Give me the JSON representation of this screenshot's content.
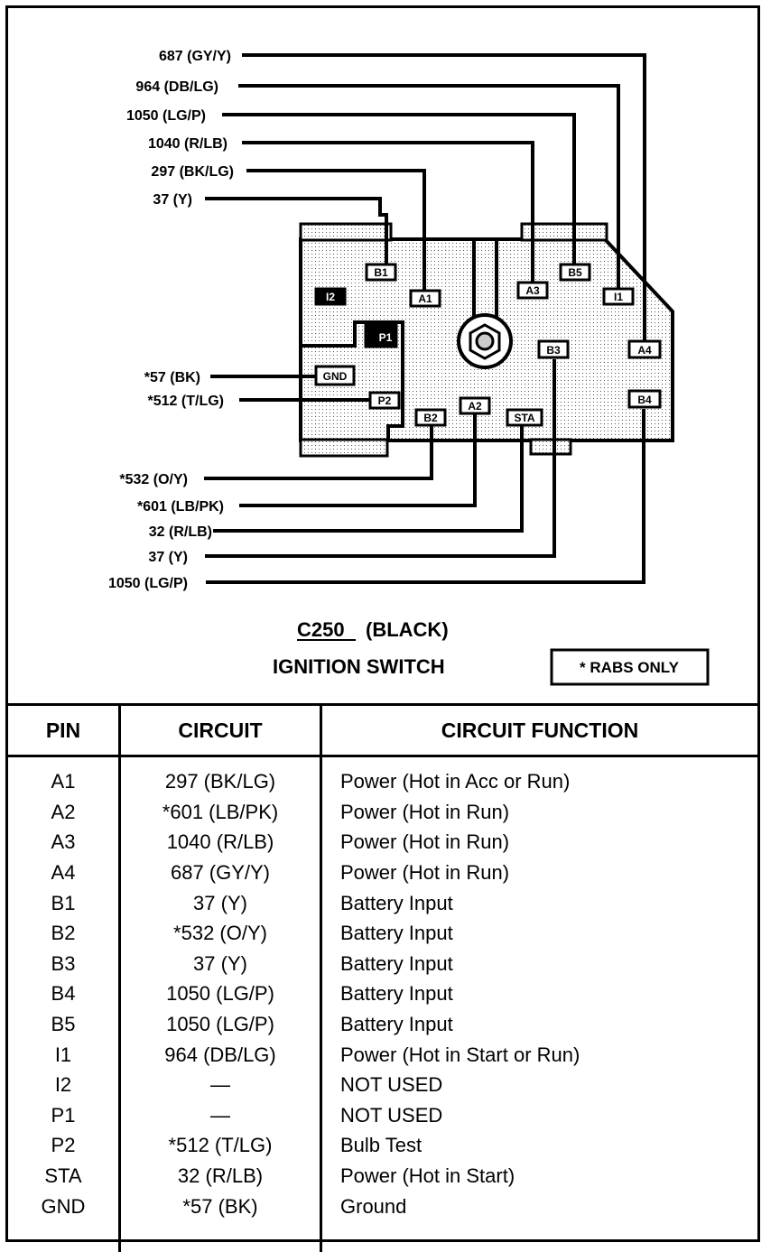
{
  "colors": {
    "ink": "#000000",
    "paper": "#ffffff",
    "connector_fill": "#e6e6e6"
  },
  "diagram": {
    "connector_id": "C250",
    "connector_color": "(BLACK)",
    "component": "IGNITION SWITCH",
    "note": "* RABS ONLY",
    "wires_top": [
      {
        "label": "687 (GY/Y)",
        "pin": "A4"
      },
      {
        "label": "964 (DB/LG)",
        "pin": "I1"
      },
      {
        "label": "1050 (LG/P)",
        "pin": "B5"
      },
      {
        "label": "1040 (R/LB)",
        "pin": "A3"
      },
      {
        "label": "297 (BK/LG)",
        "pin": "A1"
      },
      {
        "label": "37 (Y)",
        "pin": "B1"
      }
    ],
    "wires_left": [
      {
        "label": "*57 (BK)",
        "pin": "GND"
      },
      {
        "label": "*512 (T/LG)",
        "pin": "P2"
      }
    ],
    "wires_bottom": [
      {
        "label": "*532 (O/Y)",
        "pin": "B2"
      },
      {
        "label": "*601 (LB/PK)",
        "pin": "A2"
      },
      {
        "label": "32 (R/LB)",
        "pin": "STA"
      },
      {
        "label": "37 (Y)",
        "pin": "B3"
      },
      {
        "label": "1050 (LG/P)",
        "pin": "B4"
      }
    ],
    "pins": [
      "B1",
      "A1",
      "A3",
      "B5",
      "I1",
      "I2",
      "P1",
      "A4",
      "B3",
      "GND",
      "P2",
      "B2",
      "A2",
      "STA",
      "B4"
    ]
  },
  "table": {
    "headers": [
      "PIN",
      "CIRCUIT",
      "CIRCUIT FUNCTION"
    ],
    "rows": [
      [
        "A1",
        "297 (BK/LG)",
        "Power (Hot in Acc or Run)"
      ],
      [
        "A2",
        "*601 (LB/PK)",
        "Power (Hot in Run)"
      ],
      [
        "A3",
        "1040 (R/LB)",
        "Power (Hot in Run)"
      ],
      [
        "A4",
        "687 (GY/Y)",
        "Power (Hot in Run)"
      ],
      [
        "B1",
        "37 (Y)",
        "Battery Input"
      ],
      [
        "B2",
        "*532 (O/Y)",
        "Battery Input"
      ],
      [
        "B3",
        "37 (Y)",
        "Battery Input"
      ],
      [
        "B4",
        "1050 (LG/P)",
        "Battery Input"
      ],
      [
        "B5",
        "1050 (LG/P)",
        "Battery Input"
      ],
      [
        "I1",
        "964 (DB/LG)",
        "Power (Hot in Start or Run)"
      ],
      [
        "I2",
        "—",
        "NOT USED"
      ],
      [
        "P1",
        "—",
        "NOT USED"
      ],
      [
        "P2",
        "*512 (T/LG)",
        "Bulb Test"
      ],
      [
        "STA",
        "32 (R/LB)",
        "Power (Hot in Start)"
      ],
      [
        "GND",
        "*57 (BK)",
        "Ground"
      ]
    ]
  }
}
